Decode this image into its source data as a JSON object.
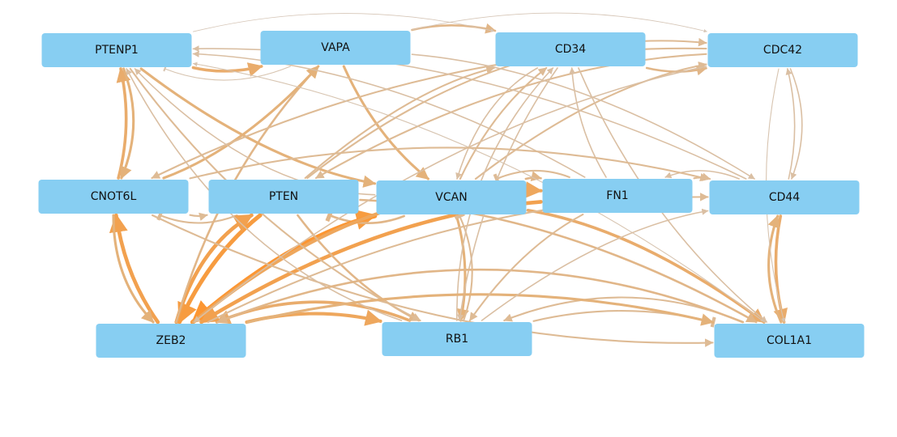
{
  "nodes": [
    {
      "id": "PTENP1",
      "label": "PTENP1"
    },
    {
      "id": "VAPA",
      "label": "VAPA"
    },
    {
      "id": "CD34",
      "label": "CD34"
    },
    {
      "id": "CDC42",
      "label": "CDC42"
    },
    {
      "id": "CNOT6L",
      "label": "CNOT6L"
    },
    {
      "id": "PTEN",
      "label": "PTEN"
    },
    {
      "id": "VCAN",
      "label": "VCAN"
    },
    {
      "id": "FN1",
      "label": "FN1"
    },
    {
      "id": "CD44",
      "label": "CD44"
    },
    {
      "id": "ZEB2",
      "label": "ZEB2"
    },
    {
      "id": "RB1",
      "label": "RB1"
    },
    {
      "id": "COL1A1",
      "label": "COL1A1"
    }
  ],
  "edges": [
    {
      "from": "PTENP1",
      "to": "VAPA",
      "kind": "activation",
      "strength": 0.6
    },
    {
      "from": "VAPA",
      "to": "PTENP1",
      "kind": "inhibition",
      "strength": 0.1
    },
    {
      "from": "VAPA",
      "to": "CD34",
      "kind": "activation",
      "strength": 0.4
    },
    {
      "from": "CD34",
      "to": "CDC42",
      "kind": "activation",
      "strength": 0.4
    },
    {
      "from": "VAPA",
      "to": "CDC42",
      "kind": "activation",
      "strength": 0.05
    },
    {
      "from": "PTENP1",
      "to": "CD34",
      "kind": "activation",
      "strength": 0.05
    },
    {
      "from": "CNOT6L",
      "to": "PTENP1",
      "kind": "activation",
      "strength": 0.6
    },
    {
      "from": "PTENP1",
      "to": "CNOT6L",
      "kind": "activation",
      "strength": 0.5
    },
    {
      "from": "CNOT6L",
      "to": "PTEN",
      "kind": "activation",
      "strength": 0.3
    },
    {
      "from": "PTEN",
      "to": "CNOT6L",
      "kind": "inhibition",
      "strength": 0.3
    },
    {
      "from": "PTEN",
      "to": "VCAN",
      "kind": "activation",
      "strength": 0.9
    },
    {
      "from": "VCAN",
      "to": "PTEN",
      "kind": "inhibition",
      "strength": 0.4
    },
    {
      "from": "VCAN",
      "to": "FN1",
      "kind": "activation",
      "strength": 0.4
    },
    {
      "from": "FN1",
      "to": "VCAN",
      "kind": "inhibition",
      "strength": 0.3
    },
    {
      "from": "FN1",
      "to": "CD44",
      "kind": "activation",
      "strength": 0.3
    },
    {
      "from": "CD44",
      "to": "FN1",
      "kind": "activation",
      "strength": 0.2
    },
    {
      "from": "ZEB2",
      "to": "RB1",
      "kind": "activation",
      "strength": 0.7
    },
    {
      "from": "RB1",
      "to": "ZEB2",
      "kind": "activation",
      "strength": 0.6
    },
    {
      "from": "RB1",
      "to": "COL1A1",
      "kind": "inhibition",
      "strength": 0.3
    },
    {
      "from": "COL1A1",
      "to": "RB1",
      "kind": "activation",
      "strength": 0.3
    },
    {
      "from": "ZEB2",
      "to": "CNOT6L",
      "kind": "activation",
      "strength": 0.8
    },
    {
      "from": "CNOT6L",
      "to": "ZEB2",
      "kind": "activation",
      "strength": 0.5
    },
    {
      "from": "PTEN",
      "to": "ZEB2",
      "kind": "activation",
      "strength": 0.9
    },
    {
      "from": "ZEB2",
      "to": "PTEN",
      "kind": "activation",
      "strength": 0.8
    },
    {
      "from": "VCAN",
      "to": "ZEB2",
      "kind": "activation",
      "strength": 1.0
    },
    {
      "from": "FN1",
      "to": "ZEB2",
      "kind": "activation",
      "strength": 0.8
    },
    {
      "from": "ZEB2",
      "to": "FN1",
      "kind": "activation",
      "strength": 0.7
    },
    {
      "from": "VCAN",
      "to": "RB1",
      "kind": "activation",
      "strength": 0.5
    },
    {
      "from": "RB1",
      "to": "VCAN",
      "kind": "inhibition",
      "strength": 0.3
    },
    {
      "from": "VCAN",
      "to": "COL1A1",
      "kind": "activation",
      "strength": 0.6
    },
    {
      "from": "CD44",
      "to": "COL1A1",
      "kind": "activation",
      "strength": 0.6
    },
    {
      "from": "COL1A1",
      "to": "CD44",
      "kind": "activation",
      "strength": 0.5
    },
    {
      "from": "PTEN",
      "to": "RB1",
      "kind": "activation",
      "strength": 0.4
    },
    {
      "from": "PTEN",
      "to": "COL1A1",
      "kind": "activation",
      "strength": 0.4
    },
    {
      "from": "CNOT6L",
      "to": "COL1A1",
      "kind": "activation",
      "strength": 0.3
    },
    {
      "from": "ZEB2",
      "to": "CD44",
      "kind": "activation",
      "strength": 0.3
    },
    {
      "from": "ZEB2",
      "to": "VAPA",
      "kind": "activation",
      "strength": 0.4
    },
    {
      "from": "CNOT6L",
      "to": "VAPA",
      "kind": "activation",
      "strength": 0.5
    },
    {
      "from": "VAPA",
      "to": "VCAN",
      "kind": "activation",
      "strength": 0.5
    },
    {
      "from": "PTENP1",
      "to": "VCAN",
      "kind": "activation",
      "strength": 0.5
    },
    {
      "from": "PTENP1",
      "to": "RB1",
      "kind": "activation",
      "strength": 0.3
    },
    {
      "from": "VCAN",
      "to": "CD34",
      "kind": "activation",
      "strength": 0.3
    },
    {
      "from": "CD34",
      "to": "VCAN",
      "kind": "activation",
      "strength": 0.2
    },
    {
      "from": "VCAN",
      "to": "CDC42",
      "kind": "activation",
      "strength": 0.3
    },
    {
      "from": "CDC42",
      "to": "PTEN",
      "kind": "activation",
      "strength": 0.3
    },
    {
      "from": "CDC42",
      "to": "CNOT6L",
      "kind": "activation",
      "strength": 0.3
    },
    {
      "from": "CDC42",
      "to": "ZEB2",
      "kind": "activation",
      "strength": 0.2
    },
    {
      "from": "CD34",
      "to": "RB1",
      "kind": "activation",
      "strength": 0.2
    },
    {
      "from": "FN1",
      "to": "CD34",
      "kind": "activation",
      "strength": 0.2
    },
    {
      "from": "FN1",
      "to": "PTENP1",
      "kind": "activation",
      "strength": 0.2
    },
    {
      "from": "CD44",
      "to": "CDC42",
      "kind": "activation",
      "strength": 0.2
    },
    {
      "from": "CDC42",
      "to": "CD44",
      "kind": "activation",
      "strength": 0.2
    },
    {
      "from": "CDC42",
      "to": "COL1A1",
      "kind": "activation",
      "strength": 0.1
    },
    {
      "from": "CD34",
      "to": "COL1A1",
      "kind": "activation",
      "strength": 0.2
    },
    {
      "from": "CD44",
      "to": "PTENP1",
      "kind": "activation",
      "strength": 0.2
    },
    {
      "from": "COL1A1",
      "to": "PTENP1",
      "kind": "activation",
      "strength": 0.1
    },
    {
      "from": "RB1",
      "to": "CD34",
      "kind": "activation",
      "strength": 0.2
    },
    {
      "from": "RB1",
      "to": "PTENP1",
      "kind": "activation",
      "strength": 0.2
    },
    {
      "from": "ZEB2",
      "to": "COL1A1",
      "kind": "activation",
      "strength": 0.5
    },
    {
      "from": "COL1A1",
      "to": "ZEB2",
      "kind": "activation",
      "strength": 0.4
    },
    {
      "from": "FN1",
      "to": "RB1",
      "kind": "activation",
      "strength": 0.3
    },
    {
      "from": "PTEN",
      "to": "CD34",
      "kind": "activation",
      "strength": 0.3
    },
    {
      "from": "PTEN",
      "to": "CDC42",
      "kind": "activation",
      "strength": 0.3
    },
    {
      "from": "RB1",
      "to": "CD44",
      "kind": "activation",
      "strength": 0.2
    },
    {
      "from": "VCAN",
      "to": "PTENP1",
      "kind": "activation",
      "strength": 0.2
    },
    {
      "from": "CNOT6L",
      "to": "CD44",
      "kind": "activation",
      "strength": 0.3
    },
    {
      "from": "VAPA",
      "to": "CD44",
      "kind": "activation",
      "strength": 0.2
    }
  ]
}
